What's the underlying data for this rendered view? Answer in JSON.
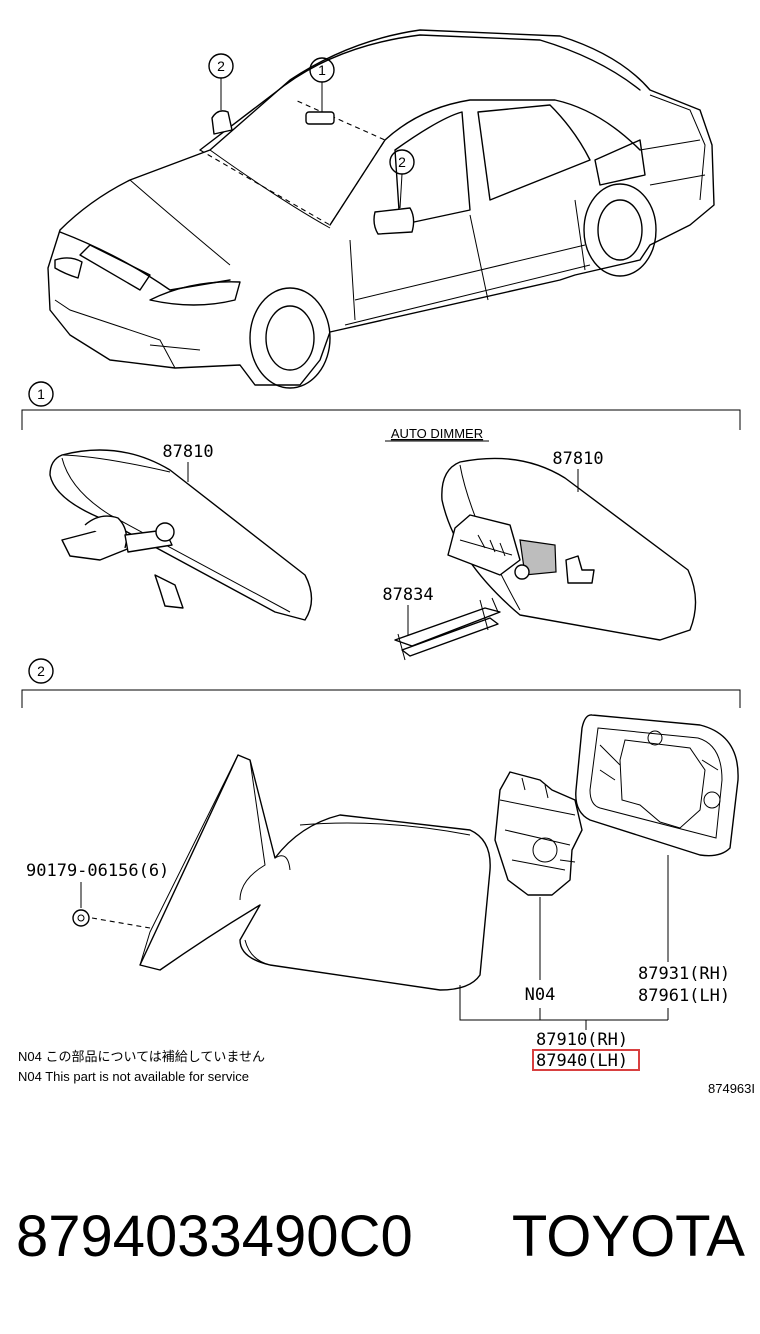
{
  "callouts": {
    "c1": "1",
    "c2": "2"
  },
  "section1": {
    "number": "1",
    "heading": "AUTO DIMMER",
    "part_mirror_left": "87810",
    "part_mirror_right": "87810",
    "part_bracket": "87834"
  },
  "section2": {
    "number": "2",
    "part_nut": "90179-06156(6)",
    "part_n04": "N04",
    "part_glass_rh": "87931(RH)",
    "part_glass_lh": "87961(LH)",
    "part_assy_rh": "87910(RH)",
    "part_assy_lh": "87940(LH)"
  },
  "notes": {
    "jp": "N04 この部品については補給していません",
    "en": "N04 This part is not available for service"
  },
  "figure_code": "874963I",
  "footer": {
    "part_number": "8794033490C0",
    "brand": "TOYOTA"
  },
  "colors": {
    "highlight": "#d84040",
    "ink": "#000000"
  }
}
